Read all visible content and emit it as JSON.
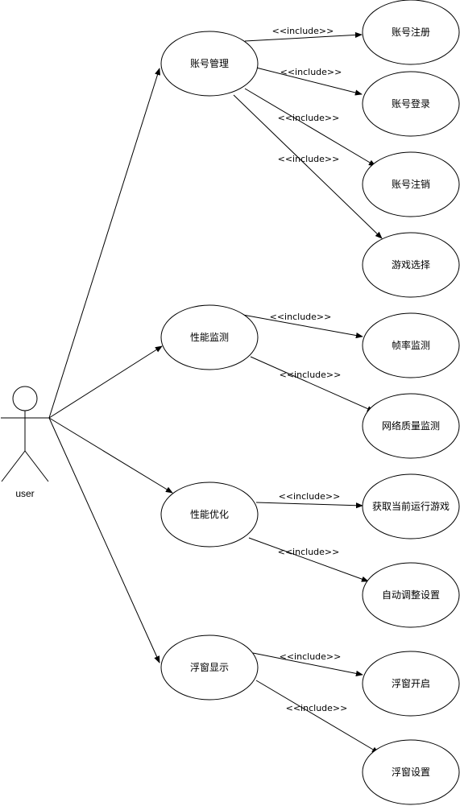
{
  "actor": {
    "label": "user"
  },
  "use_cases": {
    "account": "账号管理",
    "perf_monitor": "性能监测",
    "perf_optimize": "性能优化",
    "float_window": "浮窗显示",
    "register": "账号注册",
    "login": "账号登录",
    "logout": "账号注销",
    "game_select": "游戏选择",
    "frame_rate": "帧率监测",
    "network": "网络质量监测",
    "get_game": "获取当前运行游戏",
    "auto_adjust": "自动调整设置",
    "float_open": "浮窗开启",
    "float_settings": "浮窗设置"
  },
  "relation_label": "<<include>>"
}
